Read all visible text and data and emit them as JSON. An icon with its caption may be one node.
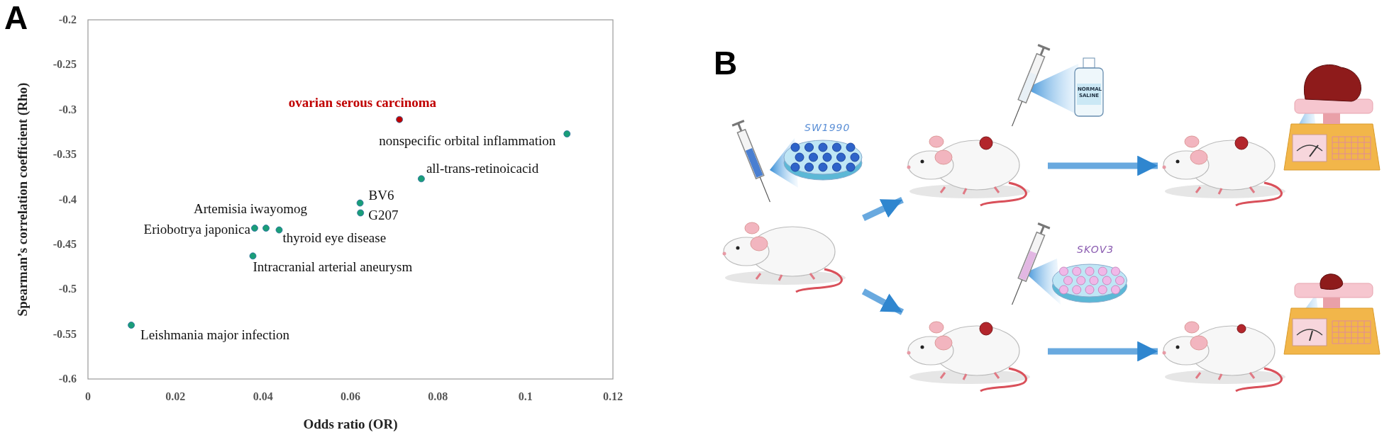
{
  "diagram": {
    "nodes": [
      {
        "text": [],
        "shape": "picture"
      },
      {
        "text": [],
        "shape": "picture"
      },
      {
        "text": [],
        "shape": "picture"
      },
      {
        "text": [],
        "shape": "picture"
      },
      {
        "text": [],
        "shape": "picture"
      }
    ],
    "edges": [
      {
        "from": 0,
        "to": 1,
        "arrow": "to"
      },
      {
        "from": 0,
        "to": 3,
        "arrow": "to"
      },
      {
        "from": 1,
        "to": 2,
        "arrow": "to"
      },
      {
        "from": 3,
        "to": 4,
        "arrow": "to"
      }
    ],
    "labels": [
      "A",
      "B",
      "SW1990",
      "NORMAL SALINE",
      "SKOV3"
    ],
    "chart_data": {
      "type": "scatter",
      "xlabel": "Odds ratio (OR)",
      "ylabel": "Spearman’s correlation coefficient (Rho)",
      "xlim": [
        0,
        0.12
      ],
      "ylim": [
        -0.6,
        -0.2
      ],
      "xticks": [
        {
          "value": 0,
          "label": "0"
        },
        {
          "value": 0.02,
          "label": "0.02"
        },
        {
          "value": 0.04,
          "label": "0.04"
        },
        {
          "value": 0.06,
          "label": "0.06"
        },
        {
          "value": 0.08,
          "label": "0.08"
        },
        {
          "value": 0.1,
          "label": "0.1"
        },
        {
          "value": 0.12,
          "label": "0.12"
        }
      ],
      "yticks": [
        {
          "value": -0.2,
          "label": "-0.2"
        },
        {
          "value": -0.25,
          "label": "-0.25"
        },
        {
          "value": -0.3,
          "label": "-0.3"
        },
        {
          "value": -0.35,
          "label": "-0.35"
        },
        {
          "value": -0.4,
          "label": "-0.4"
        },
        {
          "value": -0.45,
          "label": "-0.45"
        },
        {
          "value": -0.5,
          "label": "-0.5"
        },
        {
          "value": -0.55,
          "label": "-0.55"
        },
        {
          "value": -0.6,
          "label": "-0.6"
        }
      ],
      "x": [
        0.0712,
        0.1095,
        0.0762,
        0.0622,
        0.0623,
        0.0407,
        0.0381,
        0.0437,
        0.0377,
        0.0099
      ],
      "series": [
        {
          "color": "#1a9e78",
          "values": [
            null,
            -0.327,
            -0.377,
            -0.404,
            -0.415,
            -0.432,
            -0.432,
            -0.434,
            -0.463,
            -0.54
          ]
        },
        {
          "color": "#c00000",
          "values": [
            -0.311,
            null,
            null,
            null,
            null,
            null,
            null,
            null,
            null,
            null
          ]
        }
      ],
      "annotations": [
        {
          "text": "ovarian serous carcinoma",
          "x": 0.0712,
          "y": -0.311
        },
        {
          "text": "nonspecific orbital inflammation",
          "x": 0.1095,
          "y": -0.327
        },
        {
          "text": "all-trans-retinoicacid",
          "x": 0.0762,
          "y": -0.377
        },
        {
          "text": "BV6",
          "x": 0.0622,
          "y": -0.404
        },
        {
          "text": "G207",
          "x": 0.0623,
          "y": -0.415
        },
        {
          "text": "Artemisia iwayomog",
          "x": 0.0407,
          "y": -0.432
        },
        {
          "text": "Eriobotrya japonica",
          "x": 0.0381,
          "y": -0.432
        },
        {
          "text": "thyroid eye disease",
          "x": 0.0437,
          "y": -0.434
        },
        {
          "text": "Intracranial arterial aneurysm",
          "x": 0.0377,
          "y": -0.463
        },
        {
          "text": "Leishmania major infection",
          "x": 0.0099,
          "y": -0.54
        }
      ]
    }
  }
}
